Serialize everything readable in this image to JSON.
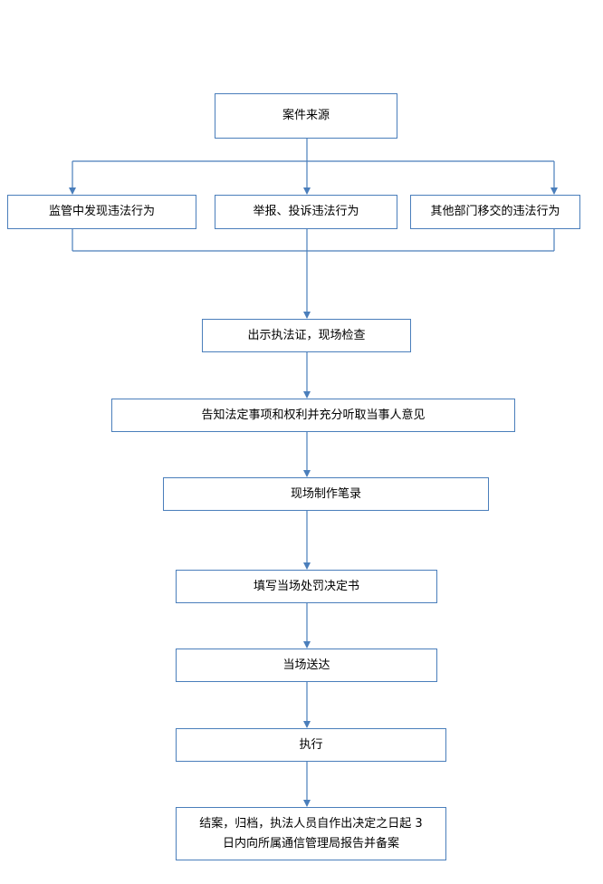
{
  "diagram": {
    "colors": {
      "stroke": "#4a7ebb",
      "text": "#000000",
      "fill": "#ffffff"
    },
    "nodes": {
      "source": "案件来源",
      "supervision": "监管中发现违法行为",
      "report": "举报、投诉违法行为",
      "transfer": "其他部门移交的违法行为",
      "show_credentials": "出示执法证，现场检查",
      "inform_rights": "告知法定事项和权利并充分听取当事人意见",
      "record": "现场制作笔录",
      "decision": "填写当场处罚决定书",
      "deliver": "当场送达",
      "execute": "执行",
      "close_line1": "结案，归档，执法人员自作出决定之日起 3",
      "close_line2": "日内向所属通信管理局报告并备案"
    }
  }
}
